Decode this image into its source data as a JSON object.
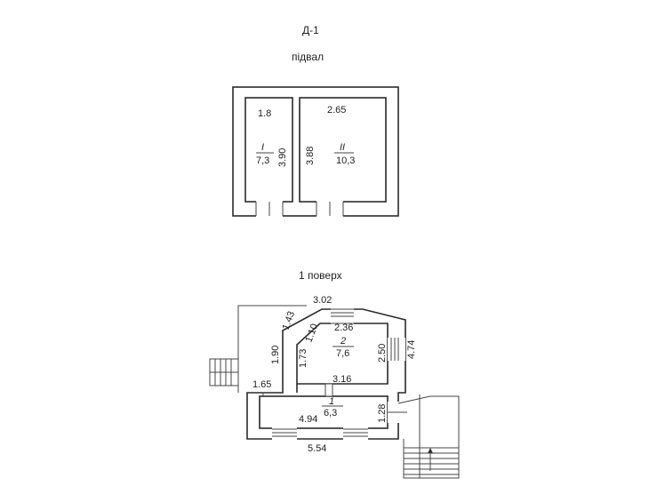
{
  "doc": {
    "code": "Д-1",
    "basement_title": "підвал",
    "floor1_title": "1 поверх"
  },
  "basement": {
    "room1": {
      "number": "I",
      "area": "7,3",
      "width": "1.8",
      "length": "3.90"
    },
    "room2": {
      "number": "II",
      "area": "10,3",
      "width": "2.65",
      "length": "3.88"
    }
  },
  "floor1": {
    "room1": {
      "number": "1",
      "area": "6,3"
    },
    "room2": {
      "number": "2",
      "area": "7,6"
    },
    "dims": {
      "top": "3.02",
      "diag_outer": "1.43",
      "diag_inner": "1.10",
      "room2_width": "2.36",
      "room2_height_right": "2.50",
      "outer_right": "4.74",
      "left_wall": "1.90",
      "room2_left": "1.73",
      "room2_bottom": "3.16",
      "left_step": "1.65",
      "room1_width": "4.94",
      "room1_height": "1.28",
      "outer_bottom": "5.54"
    }
  }
}
